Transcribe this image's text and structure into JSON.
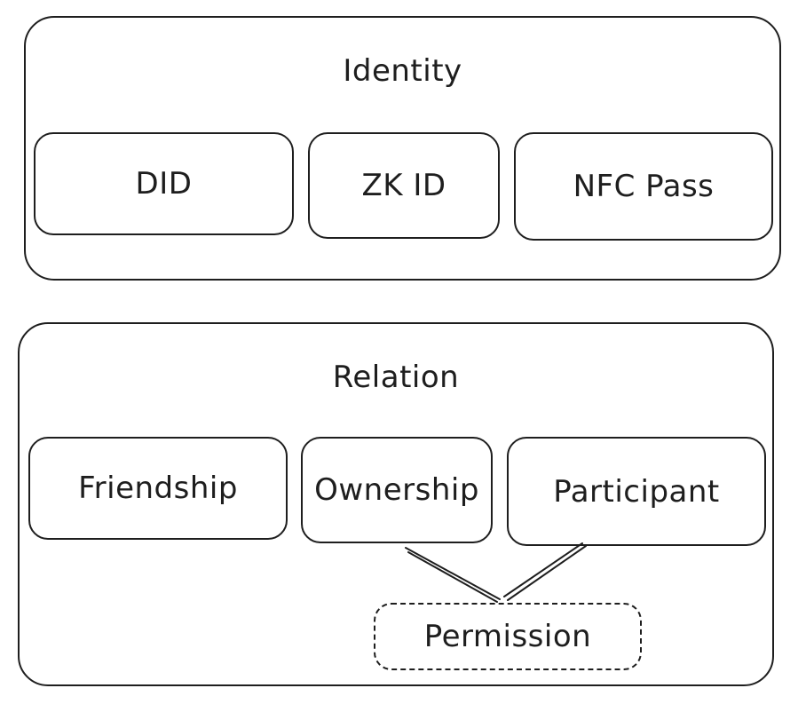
{
  "identity": {
    "title": "Identity",
    "items": [
      "DID",
      "ZK ID",
      "NFC Pass"
    ]
  },
  "relation": {
    "title": "Relation",
    "items": [
      "Friendship",
      "Ownership",
      "Participant"
    ],
    "child": "Permission"
  },
  "colors": {
    "stroke": "#1e1e1e",
    "background": "#ffffff"
  }
}
